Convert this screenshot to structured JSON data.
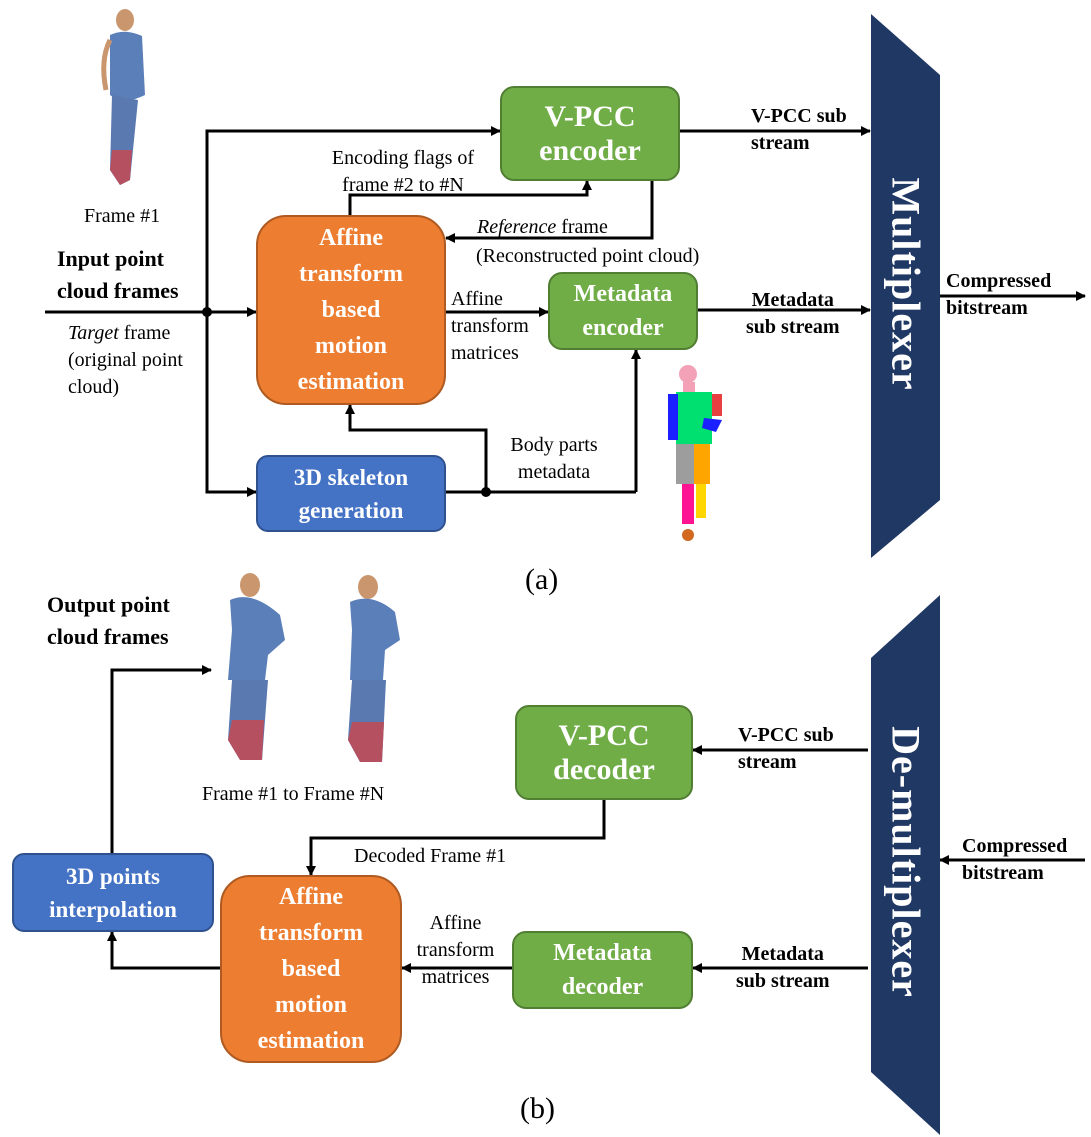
{
  "figure_a": {
    "caption": "(a)",
    "frame1_label": "Frame #1",
    "input_label": "Input point\ncloud frames",
    "target_label_italic": "Target",
    "target_label_rest": " frame\n(original point\ncloud)",
    "vpcc_encoder": "V-PCC\nencoder",
    "affine_box": "Affine\ntransform\nbased\nmotion\nestimation",
    "metadata_encoder": "Metadata\nencoder",
    "skeleton_box": "3D skeleton\ngeneration",
    "encoding_flags": "Encoding flags of\nframe #2 to #N",
    "reference_italic": "Reference",
    "reference_rest": " frame",
    "reconstructed": "(Reconstructed point cloud)",
    "affine_matrices": "Affine\ntransform\nmatrices",
    "body_parts": "Body parts\nmetadata",
    "vpcc_sub_stream": "V-PCC sub\nstream",
    "metadata_sub_stream": "Metadata\nsub stream",
    "compressed_bitstream": "Compressed\nbitstream",
    "multiplexer": "Multiplexer"
  },
  "figure_b": {
    "caption": "(b)",
    "output_label": "Output point\ncloud frames",
    "frames_label": "Frame #1 to Frame #N",
    "vpcc_decoder": "V-PCC\ndecoder",
    "decoded_frame": "Decoded Frame #1",
    "points_interp": "3D points\ninterpolation",
    "affine_box": "Affine\ntransform\nbased\nmotion\nestimation",
    "affine_matrices": "Affine\ntransform\nmatrices",
    "metadata_decoder": "Metadata\ndecoder",
    "vpcc_sub_stream": "V-PCC sub\nstream",
    "metadata_sub_stream": "Metadata\nsub stream",
    "compressed_bitstream": "Compressed\nbitstream",
    "demultiplexer": "De-multiplexer"
  },
  "colors": {
    "green": "#70ad47",
    "orange": "#ed7d31",
    "blue": "#4472c4",
    "navy": "#203864"
  }
}
